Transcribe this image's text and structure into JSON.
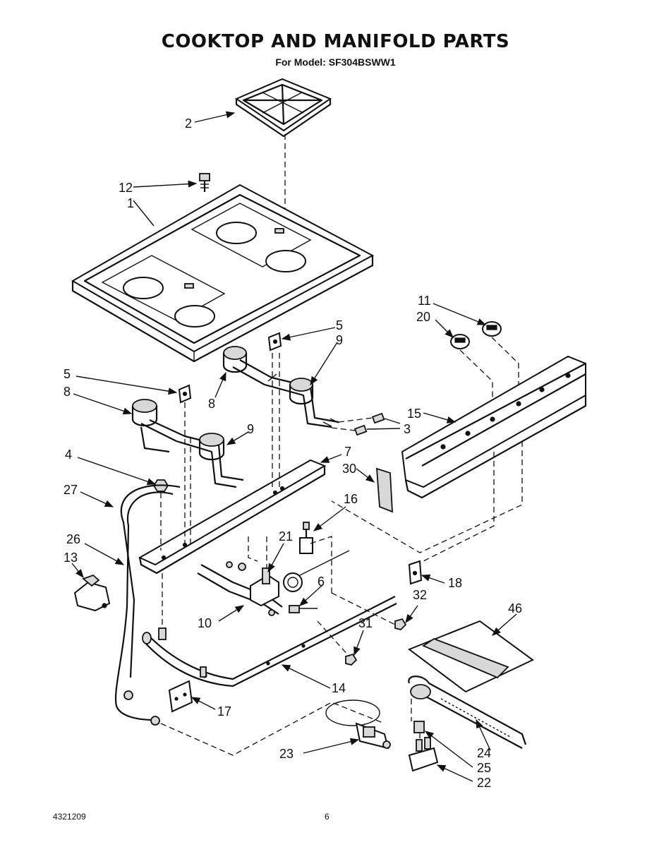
{
  "header": {
    "title": "COOKTOP AND MANIFOLD PARTS",
    "subtitle": "For Model: SF304BSWW1"
  },
  "footer": {
    "doc_number": "4321209",
    "page_number": "6"
  },
  "callouts": {
    "c1": "1",
    "c2": "2",
    "c3": "3",
    "c4": "4",
    "c5a": "5",
    "c5b": "5",
    "c6": "6",
    "c7": "7",
    "c8a": "8",
    "c8b": "8",
    "c9a": "9",
    "c9b": "9",
    "c10": "10",
    "c11": "11",
    "c12": "12",
    "c13": "13",
    "c14": "14",
    "c15": "15",
    "c16": "16",
    "c17": "17",
    "c18": "18",
    "c20": "20",
    "c21": "21",
    "c22": "22",
    "c23": "23",
    "c24": "24",
    "c25": "25",
    "c26": "26",
    "c27": "27",
    "c30": "30",
    "c31": "31",
    "c32": "32",
    "c46": "46"
  }
}
